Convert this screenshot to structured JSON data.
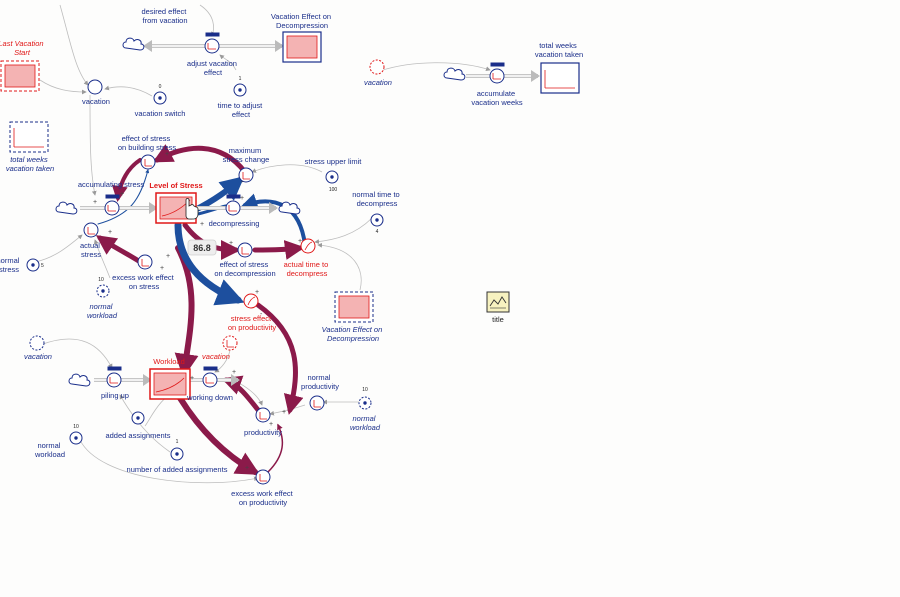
{
  "labels": {
    "desired_effect": [
      "desired effect",
      "from vacation"
    ],
    "vacation_effect_top": [
      "Vacation Effect on",
      "Decompression"
    ],
    "last_vacation_start": [
      "Last Vacation",
      "Start"
    ],
    "adjust_vacation_effect": [
      "adjust vacation",
      "effect"
    ],
    "vacation_top": "vacation",
    "vacation_switch": "vacation switch",
    "vacation_switch_value": "0",
    "time_to_adjust": [
      "time to adjust",
      "effect"
    ],
    "time_to_adjust_value": "1",
    "vacation_right": "vacation",
    "accumulate_vacation_weeks": [
      "accumulate",
      "vacation weeks"
    ],
    "total_weeks_top": [
      "total weeks",
      "vacation taken"
    ],
    "total_weeks_left": [
      "total weeks",
      "vacation taken"
    ],
    "effect_on_building": [
      "effect of stress",
      "on building stress"
    ],
    "maximum_stress_change": [
      "maximum",
      "stress change"
    ],
    "stress_upper_limit": "stress upper limit",
    "stress_upper_limit_value": "100",
    "level_of_stress": "Level of Stress",
    "accumulating_stress": "accumulating stress",
    "decompressing": "decompressing",
    "normal_time_to_decompress": [
      "normal time to",
      "decompress"
    ],
    "normal_time_value": "4",
    "actual_stress": [
      "actual",
      "stress"
    ],
    "normal_stress": [
      "normal",
      "stress"
    ],
    "normal_stress_value": "5",
    "stress_value_badge": "86.8",
    "effect_on_decompression": [
      "effect of stress",
      "on decompression"
    ],
    "actual_time_to_decompress": [
      "actual time to",
      "decompress"
    ],
    "excess_work_effect_stress": [
      "excess work effect",
      "on stress"
    ],
    "normal_workload_mid": [
      "normal",
      "workload"
    ],
    "normal_workload_mid_value": "10",
    "stress_effect_productivity": [
      "stress effect",
      "on productivity"
    ],
    "vacation_effect_bottom": [
      "Vacation Effect on",
      "Decompression"
    ],
    "title_node": "title",
    "vacation_left": "vacation",
    "workload": "Workload",
    "vacation_mid": "vacation",
    "piling_up": "piling up",
    "working_down": "working down",
    "normal_productivity": [
      "normal",
      "productivity"
    ],
    "normal_workload_right": [
      "normal",
      "workload"
    ],
    "normal_workload_right_value": "10",
    "productivity": "productivity",
    "normal_workload_left": [
      "normal",
      "workload"
    ],
    "normal_workload_left_value": "10",
    "added_assignments": "added assignments",
    "number_added_assignments": "number of added assignments",
    "number_added_value": "1",
    "excess_work_productivity": [
      "excess work effect",
      "on productivity"
    ]
  },
  "colors": {
    "ink": "#1a2e8a",
    "red": "#e01818",
    "maroon": "#8b1a4a",
    "blue_arrow": "#1d4f9e",
    "stock_fill": "#f4b3b3"
  }
}
